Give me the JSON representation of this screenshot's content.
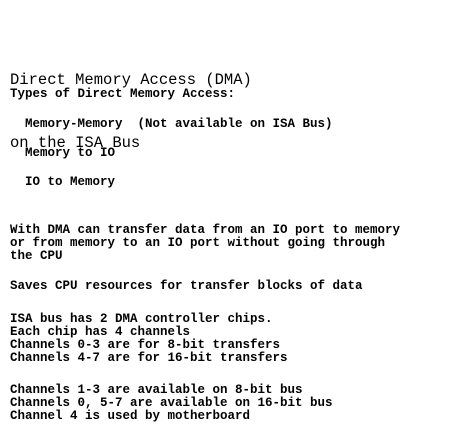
{
  "title": {
    "line1": "Direct Memory Access (DMA)",
    "line2": "on the ISA Bus"
  },
  "types": {
    "heading": "Types of Direct Memory Access:",
    "items": [
      "Memory-Memory  (Not available on ISA Bus)",
      "Memory to IO",
      "IO to Memory"
    ]
  },
  "paragraph1": [
    "With DMA can transfer data from an IO port to memory",
    "or from memory to an IO port without going through",
    "the CPU"
  ],
  "paragraph2": [
    "Saves CPU resources for transfer blocks of data"
  ],
  "paragraph3": [
    "ISA bus has 2 DMA controller chips.",
    "Each chip has 4 channels",
    "Channels 0-3 are for 8-bit transfers",
    "Channels 4-7 are for 16-bit transfers"
  ],
  "paragraph4": [
    "Channels 1-3 are available on 8-bit bus",
    "Channels 0, 5-7 are available on 16-bit bus",
    "Channel 4 is used by motherboard"
  ]
}
